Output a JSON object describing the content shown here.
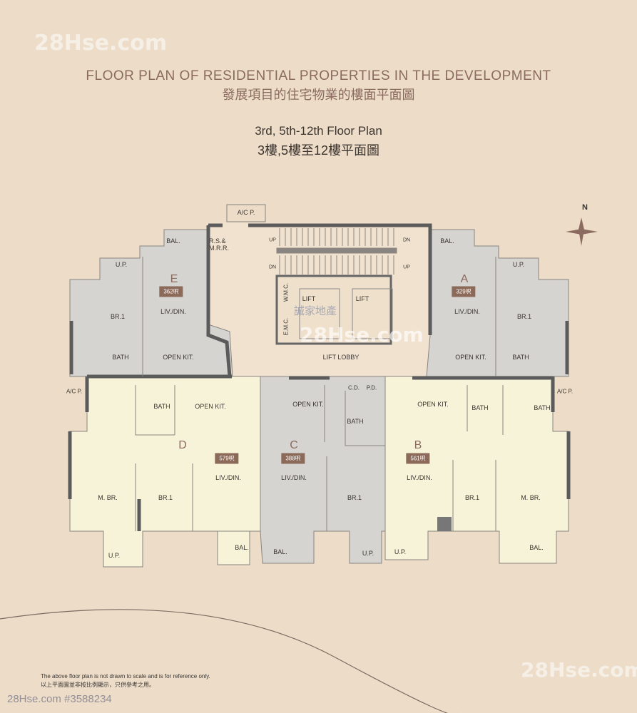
{
  "header": {
    "title_en": "FLOOR PLAN OF RESIDENTIAL PROPERTIES IN THE DEVELOPMENT",
    "title_zh": "發展項目的住宅物業的樓面平面圖",
    "subtitle_en": "3rd, 5th-12th Floor Plan",
    "subtitle_zh": "3樓,5樓至12樓平面圖"
  },
  "compass": {
    "north": "N"
  },
  "common": {
    "ac_p_top": "A/C P.",
    "rs_mrr": "R.S.& M.R.R.",
    "up": "UP",
    "dn": "DN",
    "lift": "LIFT",
    "wmc": "W.M.C.",
    "emc": "E.M.C.",
    "lift_lobby": "LIFT LOBBY",
    "cd": "C.D.",
    "pd": "P.D.",
    "ac_p_side": "A/C P."
  },
  "units": {
    "E": {
      "label": "E",
      "area": "362呎",
      "bal": "BAL.",
      "up": "U.P.",
      "liv": "LIV./DIN.",
      "br1": "BR.1",
      "bath": "BATH",
      "kit": "OPEN KIT."
    },
    "A": {
      "label": "A",
      "area": "329呎",
      "bal": "BAL.",
      "up": "U.P.",
      "liv": "LIV./DIN.",
      "br1": "BR.1",
      "bath": "BATH",
      "kit": "OPEN KIT."
    },
    "D": {
      "label": "D",
      "area": "579呎",
      "bath": "BATH",
      "kit": "OPEN KIT.",
      "liv": "LIV./DIN.",
      "mbr": "M. BR.",
      "br1": "BR.1",
      "up": "U.P.",
      "bal": "BAL."
    },
    "C": {
      "label": "C",
      "area": "388呎",
      "kit": "OPEN KIT.",
      "liv": "LIV./DIN.",
      "bath": "BATH",
      "br1": "BR.1",
      "bal": "BAL.",
      "up": "U.P."
    },
    "B": {
      "label": "B",
      "area": "561呎",
      "kit": "OPEN KIT.",
      "bath1": "BATH",
      "bath2": "BATH",
      "liv": "LIV./DIN.",
      "br1": "BR.1",
      "mbr": "M. BR.",
      "up": "U.P.",
      "bal": "BAL."
    }
  },
  "footer": {
    "note_en": "The above floor plan is not drawn to scale and is for reference only.",
    "note_zh": "以上平面圖並非按比例顯示，只供參考之用。"
  },
  "watermarks": {
    "brand": "28Hse.com",
    "agency": "誠家地產",
    "listing": "28Hse.com #3588234"
  },
  "colors": {
    "background": "#ecdcc8",
    "unit_grey": "#d5d4d0",
    "unit_yellow": "#f7f3d8",
    "wall": "#5b5b5b",
    "badge": "#8c6a5a",
    "title": "#8b6b5f"
  }
}
